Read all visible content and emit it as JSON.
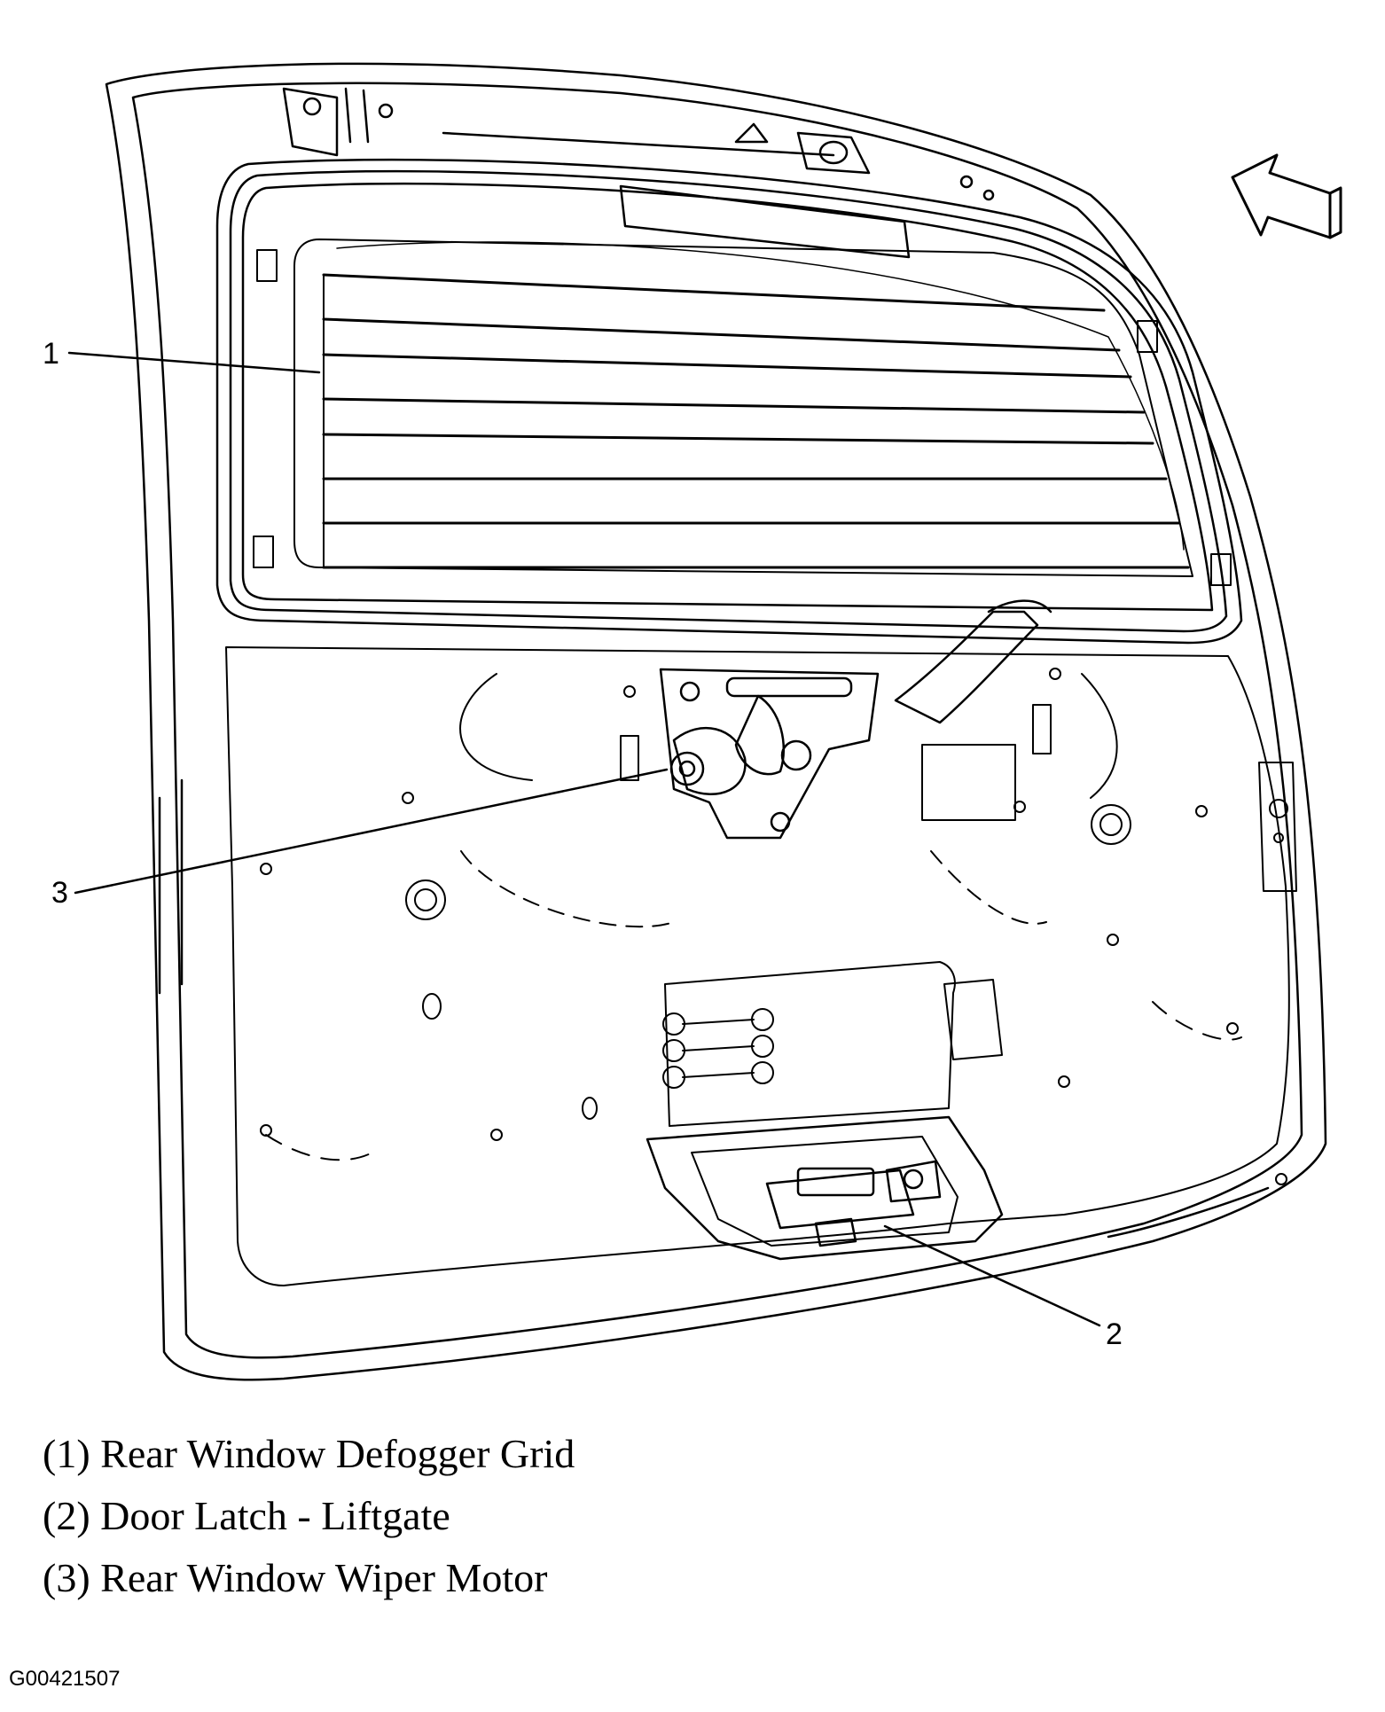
{
  "callouts": {
    "c1": "1",
    "c2": "2",
    "c3": "3"
  },
  "legend": [
    "(1) Rear Window Defogger Grid",
    "(2) Door Latch - Liftgate",
    "(3) Rear Window Wiper Motor"
  ],
  "figure_id": "G00421507"
}
